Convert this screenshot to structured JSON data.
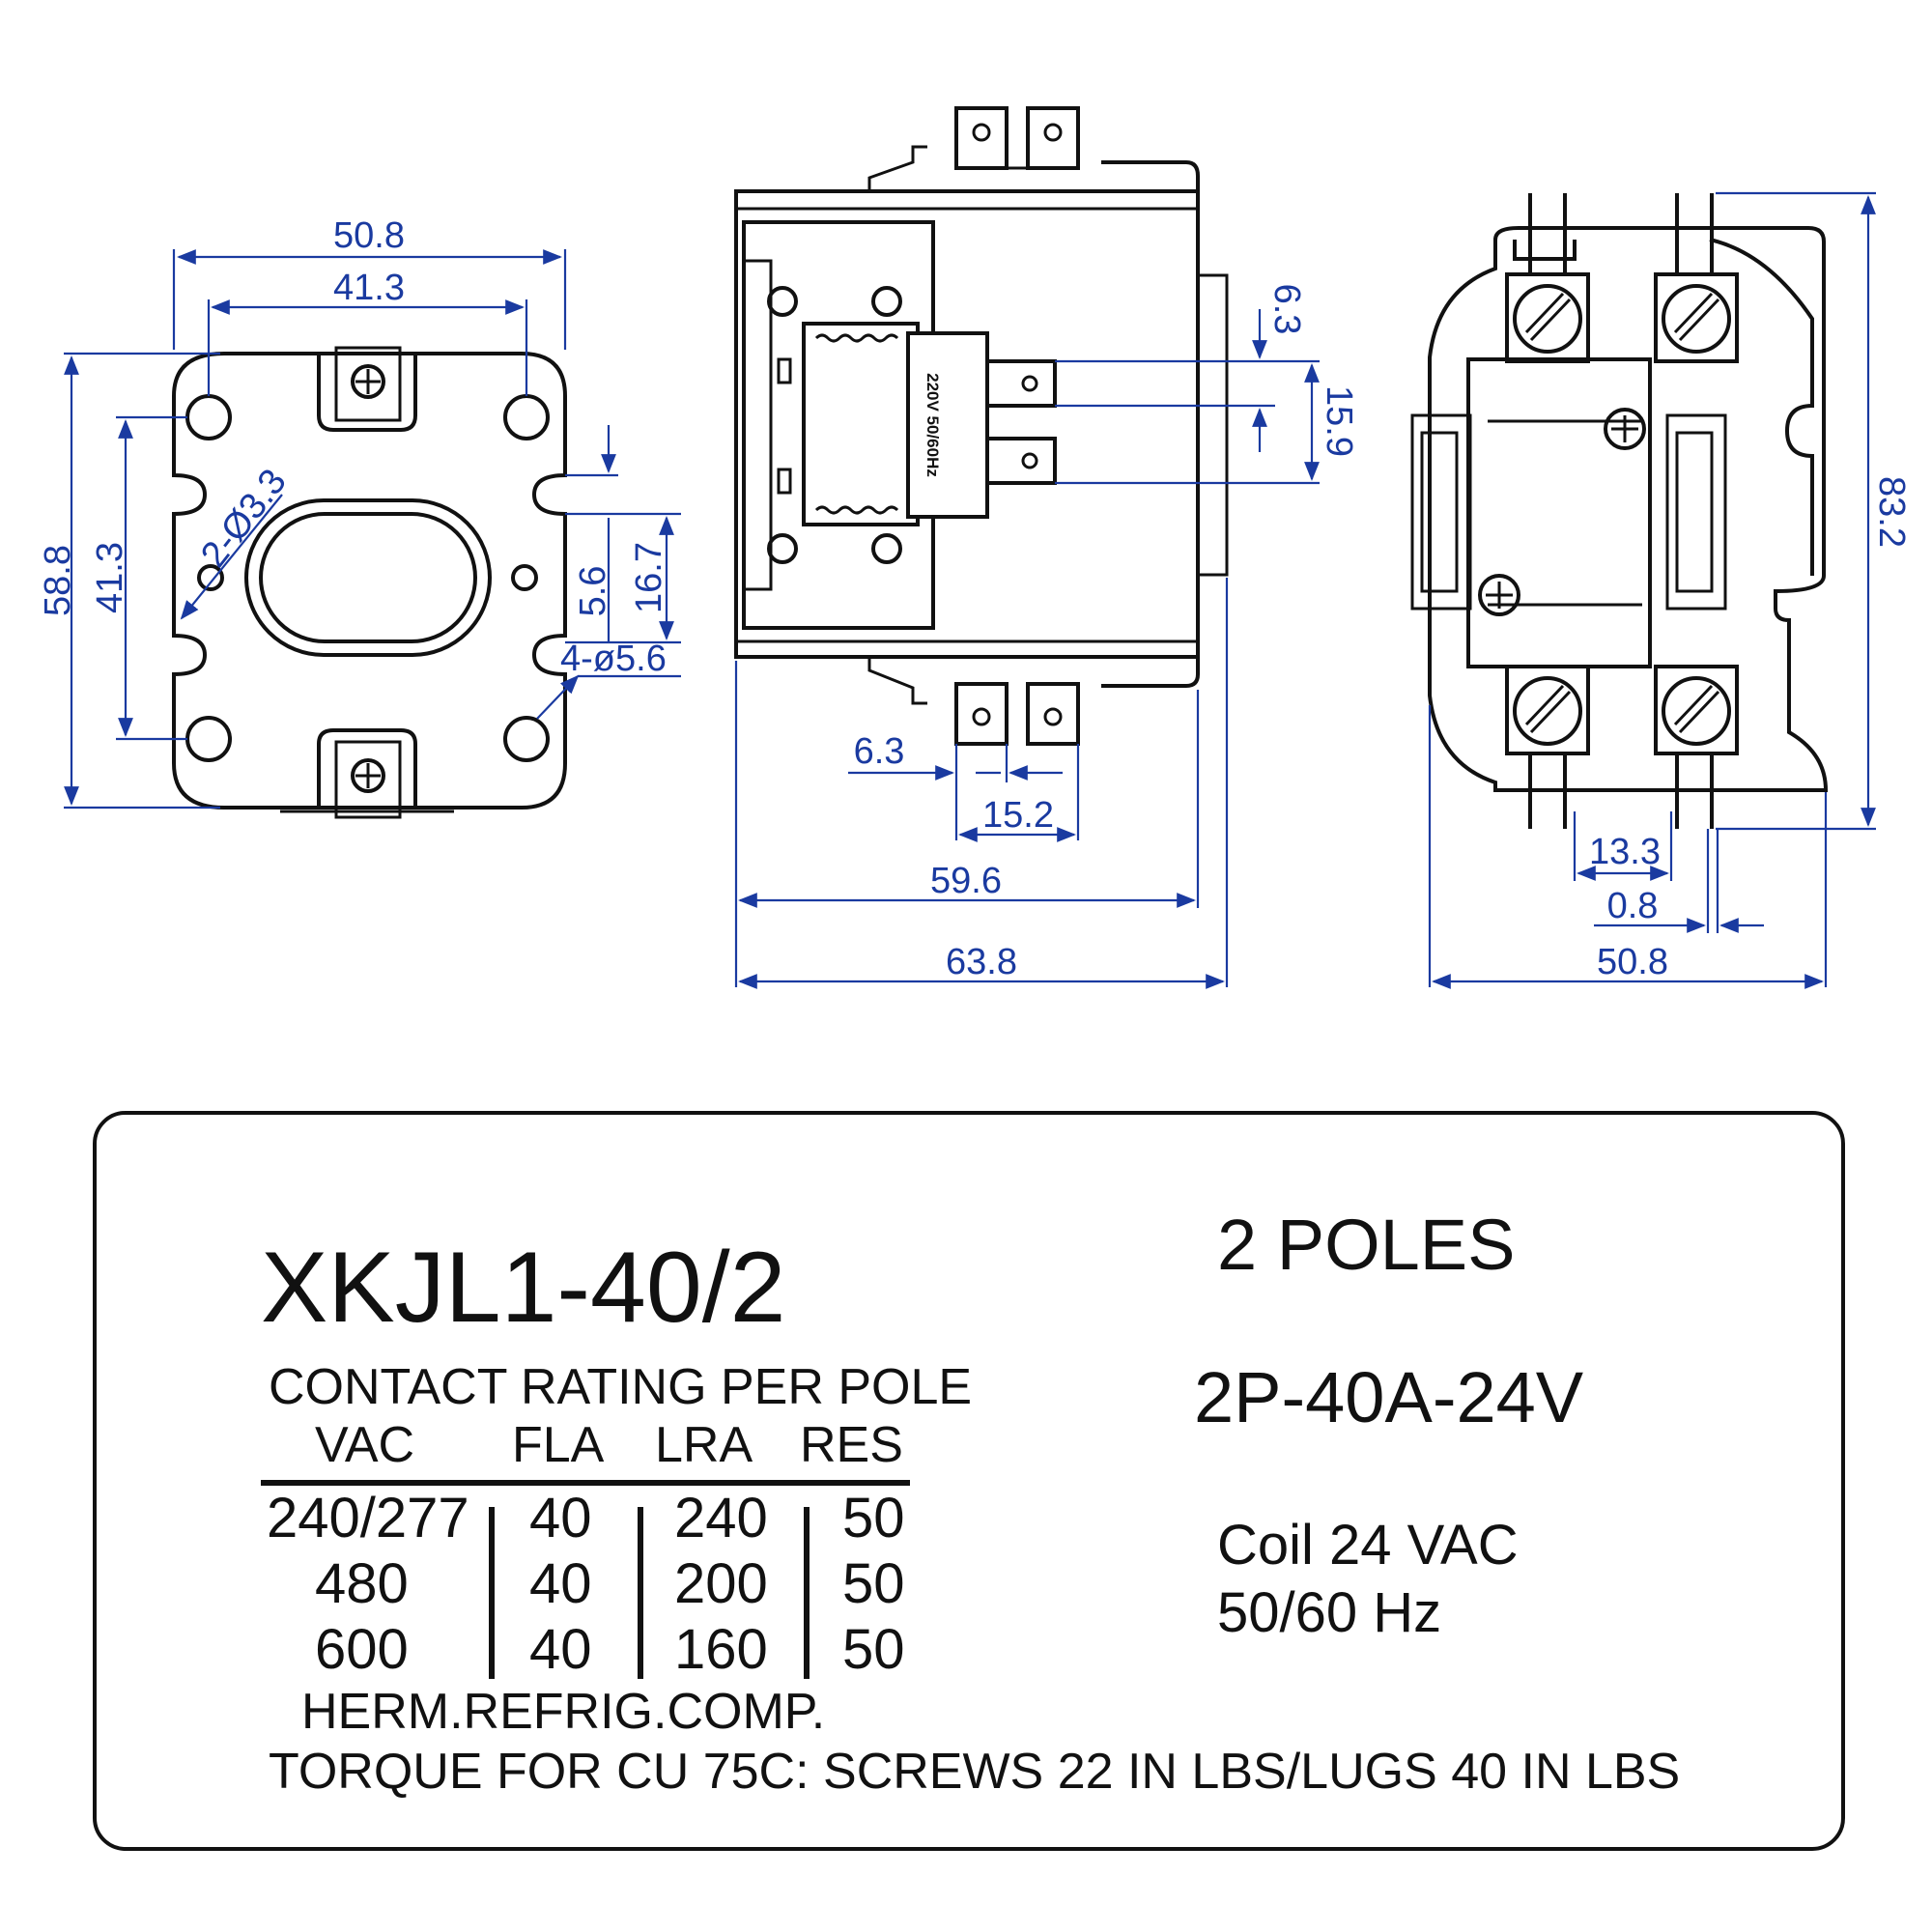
{
  "drawing": {
    "left_view": {
      "dims": [
        "50.8",
        "41.3",
        "58.8",
        "41.3",
        "2-Ø3.3",
        "5.6",
        "16.7",
        "4-ø5.6"
      ]
    },
    "side_view": {
      "coil_label": "220V  50/60Hz",
      "dims": [
        "6.3",
        "15.9",
        "6.3",
        "15.2",
        "59.6",
        "63.8"
      ]
    },
    "right_view": {
      "dims": [
        "83.2",
        "13.3",
        "0.8",
        "50.8"
      ]
    }
  },
  "nameplate": {
    "model": "XKJL1-40/2",
    "contact_rating_title": "CONTACT RATING PER POLE",
    "table": {
      "headers": [
        "VAC",
        "FLA",
        "LRA",
        "RES"
      ],
      "rows": [
        [
          "240/277",
          "40",
          "240",
          "50"
        ],
        [
          "480",
          "40",
          "200",
          "50"
        ],
        [
          "600",
          "40",
          "160",
          "50"
        ]
      ]
    },
    "herm": "HERM.REFRIG.COMP.",
    "torque": "TORQUE FOR CU 75C: SCREWS 22 IN LBS/LUGS 40 IN LBS",
    "poles": "2 POLES",
    "rating": "2P-40A-24V",
    "coil": "Coil 24 VAC",
    "frequency": "50/60 Hz"
  }
}
